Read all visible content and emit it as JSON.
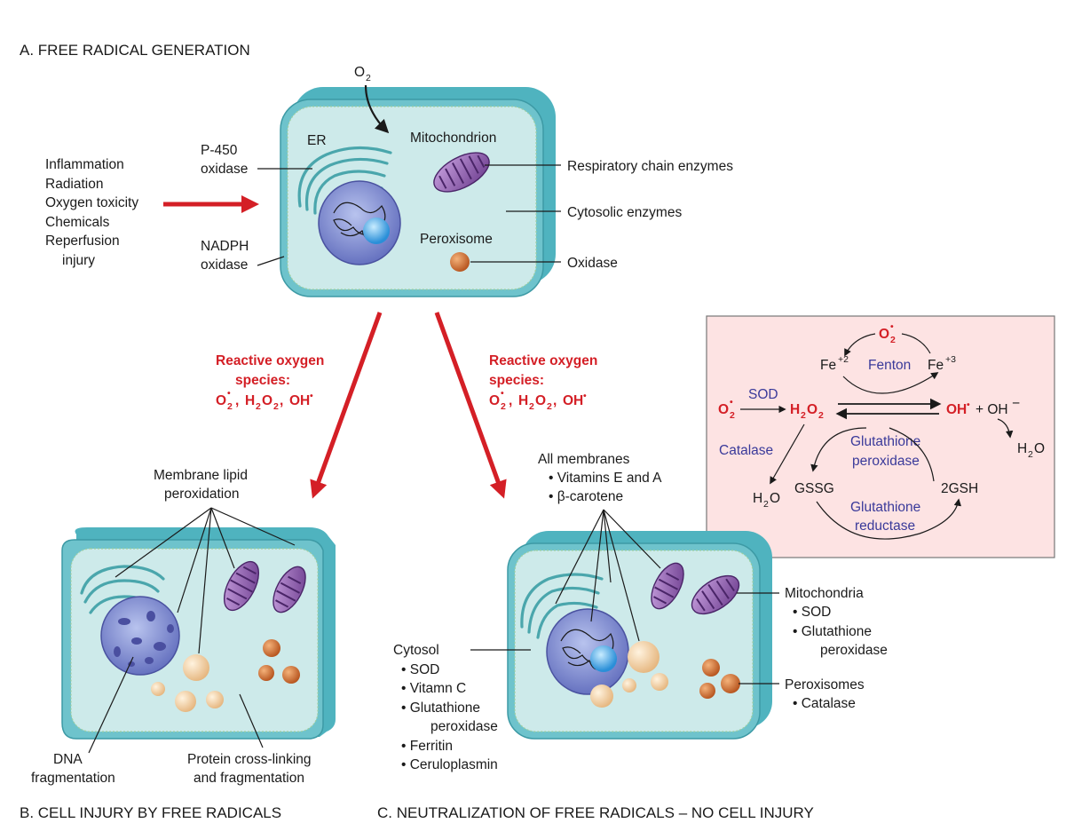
{
  "panels": {
    "a_title": "A. FREE RADICAL GENERATION",
    "b_title": "B. CELL INJURY BY FREE RADICALS",
    "c_title": "C. NEUTRALIZATION OF FREE RADICALS – NO CELL INJURY"
  },
  "panel_a": {
    "o2": "O",
    "o2_sub": "2",
    "causes": [
      "Inflammation",
      "Radiation",
      "Oxygen toxicity",
      "Chemicals",
      "Reperfusion",
      "injury"
    ],
    "er": "ER",
    "p450_1": "P-450",
    "p450_2": "oxidase",
    "nadph_1": "NADPH",
    "nadph_2": "oxidase",
    "mitochondrion": "Mitochondrion",
    "peroxisome": "Peroxisome",
    "respiratory": "Respiratory chain enzymes",
    "cytosolic": "Cytosolic enzymes",
    "oxidase": "Oxidase"
  },
  "ros": {
    "line1": "Reactive oxygen",
    "line2": "species:",
    "o2": "O",
    "o2_sub": "2",
    "o2_sup": "•",
    "h2o2_h": "H",
    "h2o2_sub": "2",
    "h2o2_o": "O",
    "h2o2_sub2": "2",
    "oh": "OH",
    "oh_sup": "•"
  },
  "panel_b": {
    "membrane_1": "Membrane lipid",
    "membrane_2": "peroxidation",
    "dna_1": "DNA",
    "dna_2": "fragmentation",
    "protein_1": "Protein cross-linking",
    "protein_2": "and fragmentation"
  },
  "panel_c": {
    "all_membranes": "All membranes",
    "vit_ea": "• Vitamins E and A",
    "carotene": "• β-carotene",
    "mito": "Mitochondria",
    "mito_sod": "• SOD",
    "mito_gpx1": "• Glutathione",
    "mito_gpx2": "peroxidase",
    "perox": "Peroxisomes",
    "catalase": "• Catalase",
    "cytosol": "Cytosol",
    "cyt_sod": "• SOD",
    "cyt_vitc": "• Vitamn C",
    "cyt_gpx1": "• Glutathione",
    "cyt_gpx2": "peroxidase",
    "ferritin": "• Ferritin",
    "cerulo": "• Ceruloplasmin"
  },
  "reaction_box": {
    "o2_top": "O",
    "fe2": "Fe",
    "fe2_sup": "+2",
    "fenton": "Fenton",
    "fe3": "Fe",
    "fe3_sup": "+3",
    "o2_left": "O",
    "sod": "SOD",
    "h2o2": "H",
    "oh": "OH",
    "oh_minus": "+ OH",
    "minus": "−",
    "catalase": "Catalase",
    "water_left": "H",
    "water_right": "H",
    "gsh_perox_1": "Glutathione",
    "gsh_perox_2": "peroxidase",
    "gssg": "GSSG",
    "two_gsh": "2GSH",
    "gsh_red_1": "Glutathione",
    "gsh_red_2": "reductase"
  },
  "colors": {
    "arrow_red": "#d41f26",
    "cell_blue": "#4fb3bf",
    "cytoplasm": "#cdeaea",
    "box_pink": "#fde3e3",
    "enzyme_blue": "#3a3a9a"
  }
}
